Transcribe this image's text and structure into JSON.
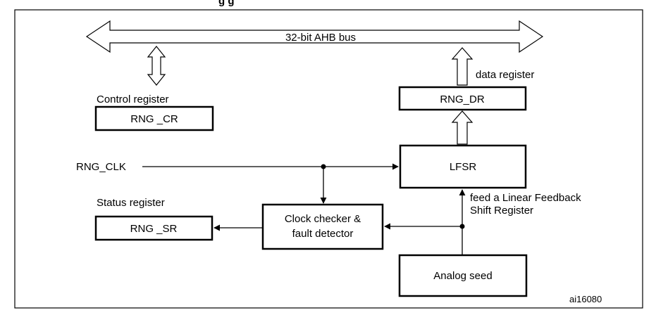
{
  "title_fragment": "g                    g",
  "bus": {
    "label": "32-bit AHB bus"
  },
  "control": {
    "caption": "Control register",
    "block": "RNG _CR"
  },
  "data_reg": {
    "caption": "data register",
    "block": "RNG_DR"
  },
  "lfsr": {
    "block": "LFSR",
    "note_line1": "feed a Linear Feedback",
    "note_line2": "Shift Register"
  },
  "clock": {
    "input_label": "RNG_CLK"
  },
  "status": {
    "caption": "Status register",
    "block": "RNG _SR"
  },
  "checker": {
    "line1": "Clock checker &",
    "line2": "fault detector"
  },
  "seed": {
    "block": "Analog seed"
  },
  "figure_id": "ai16080"
}
